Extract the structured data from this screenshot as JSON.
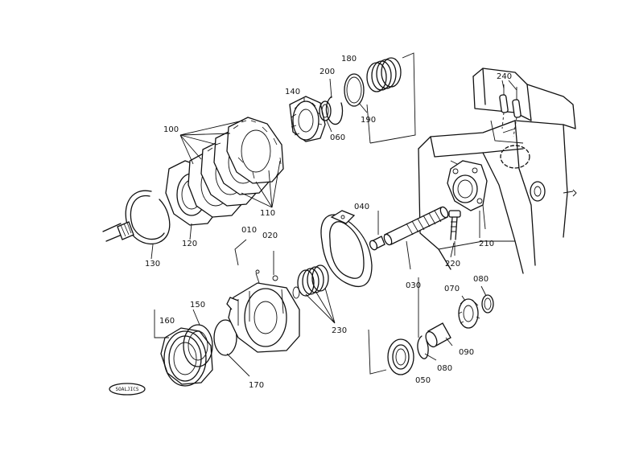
{
  "labels": {
    "p010": "010",
    "p020": "020",
    "p030": "030",
    "p040": "040",
    "p050": "050",
    "p060": "060",
    "p070": "070",
    "p080a": "080",
    "p080b": "080",
    "p090": "090",
    "p100": "100",
    "p110": "110",
    "p120": "120",
    "p130": "130",
    "p140": "140",
    "p150": "150",
    "p160a": "160",
    "p160b": "160",
    "p170": "170",
    "p180": "180",
    "p190": "190",
    "p200": "200",
    "p210": "210",
    "p220": "220",
    "p230": "230",
    "p240": "240"
  },
  "stamp": "SOALJICS"
}
